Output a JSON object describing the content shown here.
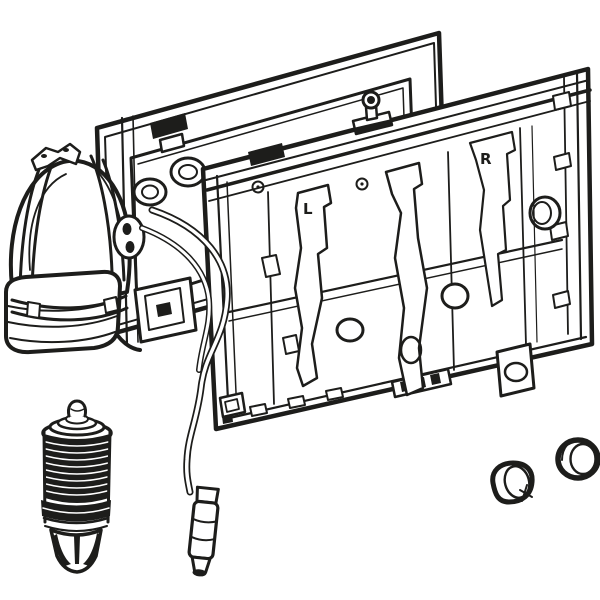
{
  "diagram": {
    "type": "technical-line-drawing",
    "background_color": "#ffffff",
    "line_color": "#1d1d1b",
    "labels": {
      "left_lever": "L",
      "right_lever": "R"
    },
    "parts": [
      "protection-frame",
      "installation-frame",
      "mounting-hardware",
      "duofresh-module",
      "power-cable",
      "cable-connector",
      "duofresh-stick-cartridge",
      "cover-cap-left",
      "cover-cap-right"
    ]
  }
}
